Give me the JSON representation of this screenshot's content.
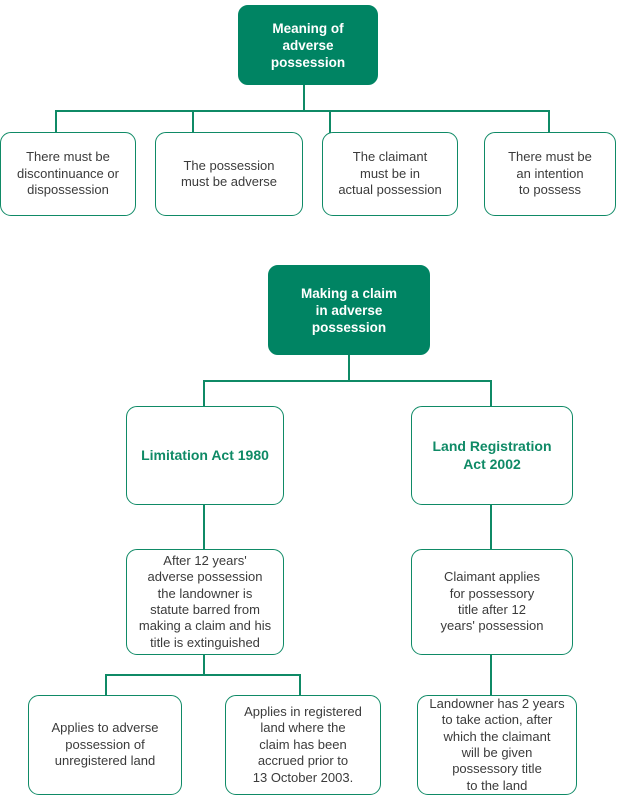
{
  "diagram": {
    "title": "Adverse possession flowcharts",
    "colors": {
      "header_fill": "#008463",
      "header_text": "#ffffff",
      "outline": "#0f8a66",
      "accent_text": "#0f8a66",
      "body_text": "#3b3b3b",
      "background": "#ffffff"
    },
    "charts": [
      {
        "id": "meaning-of-adverse-possession",
        "root": "Meaning of\nadverse\npossession",
        "children": [
          "There must be\ndiscontinuance or\ndispossession",
          "The possession\nmust be adverse",
          "The claimant\nmust be in\nactual possession",
          "There must be\nan intention\nto possess"
        ]
      },
      {
        "id": "making-a-claim-in-adverse-possession",
        "root": "Making a claim\nin adverse\npossession",
        "branches": [
          {
            "heading": "Limitation Act 1980",
            "detail": "After 12 years'\nadverse possession\nthe landowner is\nstatute barred from\nmaking a claim and his\ntitle is extinguished",
            "outcomes": [
              "Applies to adverse\npossession of\nunregistered land",
              "Applies in registered\nland where the\nclaim has been\naccrued prior to\n13 October 2003."
            ]
          },
          {
            "heading": "Land Registration\nAct 2002",
            "detail": "Claimant applies\nfor possessory\ntitle after 12\nyears' possession",
            "outcomes": [
              "Landowner has 2 years\nto take action, after\nwhich the claimant\nwill be given\npossessory title\nto the land"
            ]
          }
        ]
      }
    ]
  }
}
